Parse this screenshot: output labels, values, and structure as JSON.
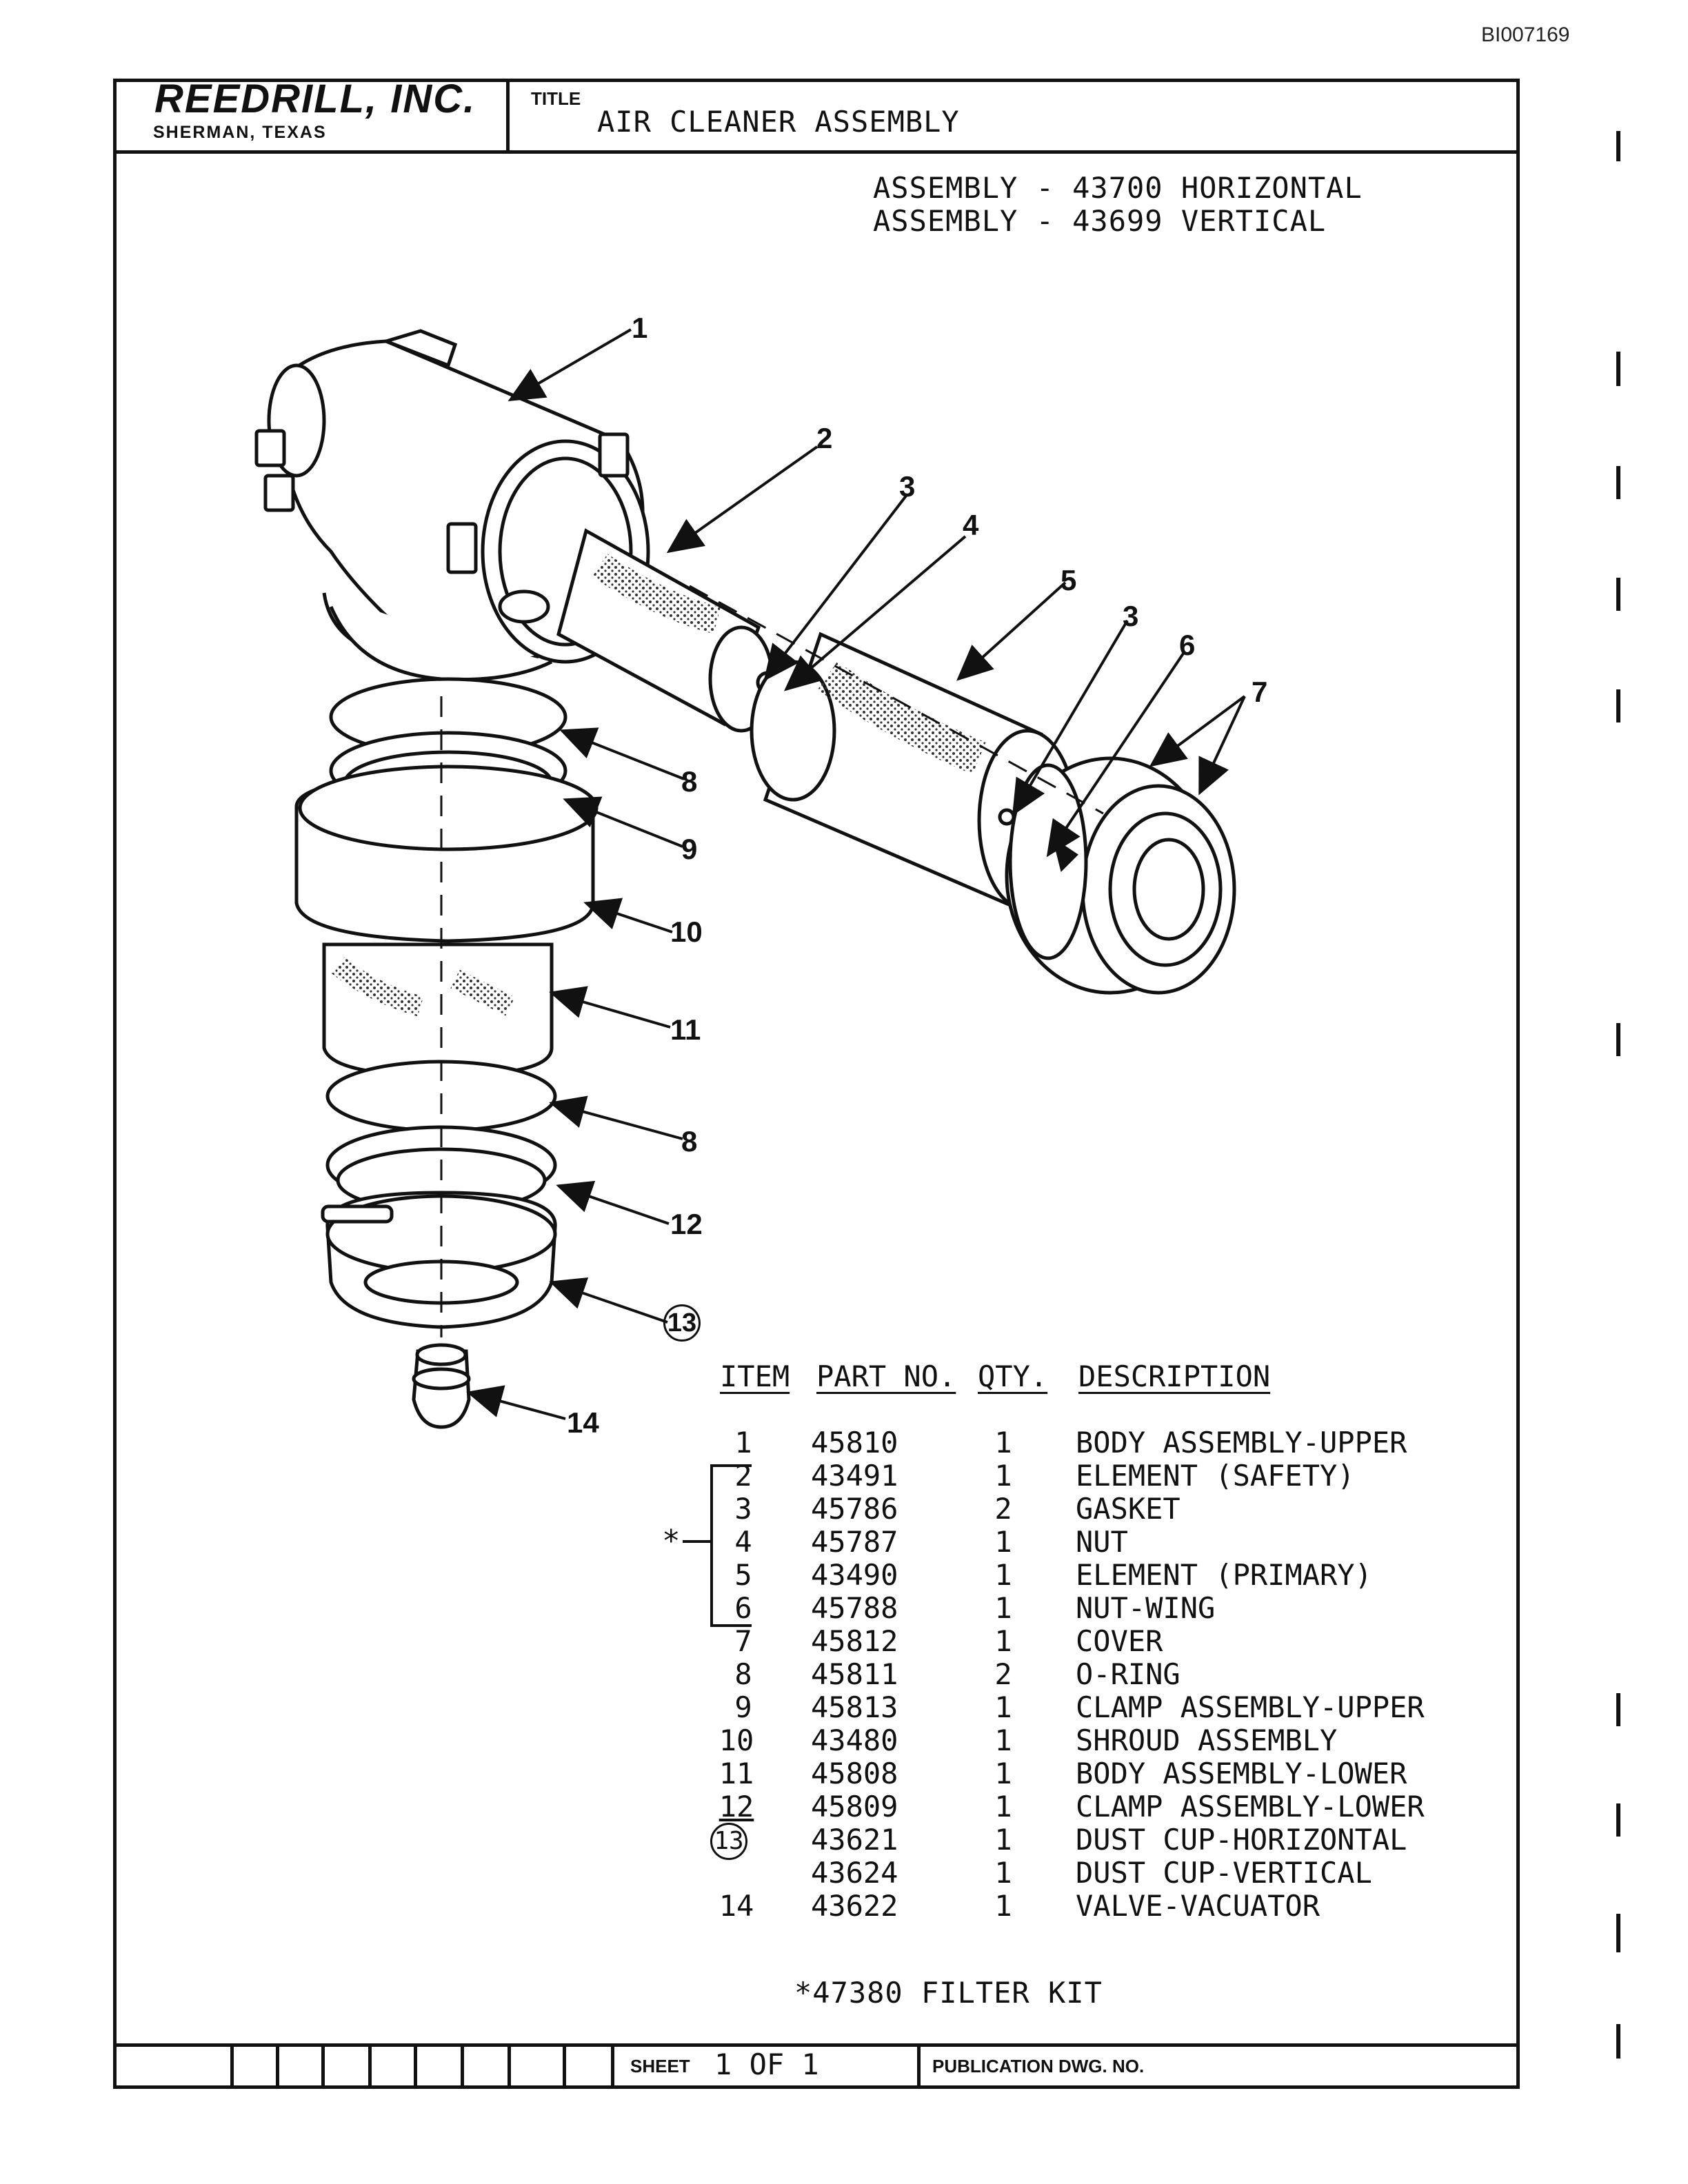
{
  "document_id": "BI007169",
  "header": {
    "company": "REEDRILL, INC.",
    "location": "SHERMAN, TEXAS",
    "title_label": "TITLE",
    "title": "AIR CLEANER ASSEMBLY"
  },
  "assemblies": [
    "ASSEMBLY - 43700 HORIZONTAL",
    "ASSEMBLY - 43699 VERTICAL"
  ],
  "callouts": [
    "1",
    "2",
    "3",
    "4",
    "5",
    "3",
    "6",
    "7",
    "8",
    "9",
    "10",
    "11",
    "8",
    "12",
    "13",
    "14"
  ],
  "parts_table": {
    "headers": {
      "item": "ITEM",
      "part": "PART NO.",
      "qty": "QTY.",
      "desc": "DESCRIPTION"
    },
    "rows": [
      {
        "item": "1",
        "part": "45810",
        "qty": "1",
        "desc": "BODY ASSEMBLY-UPPER"
      },
      {
        "item": "2",
        "part": "43491",
        "qty": "1",
        "desc": "ELEMENT (SAFETY)"
      },
      {
        "item": "3",
        "part": "45786",
        "qty": "2",
        "desc": "GASKET"
      },
      {
        "item": "4",
        "part": "45787",
        "qty": "1",
        "desc": "NUT"
      },
      {
        "item": "5",
        "part": "43490",
        "qty": "1",
        "desc": "ELEMENT (PRIMARY)"
      },
      {
        "item": "6",
        "part": "45788",
        "qty": "1",
        "desc": "NUT-WING"
      },
      {
        "item": "7",
        "part": "45812",
        "qty": "1",
        "desc": "COVER"
      },
      {
        "item": "8",
        "part": "45811",
        "qty": "2",
        "desc": "O-RING"
      },
      {
        "item": "9",
        "part": "45813",
        "qty": "1",
        "desc": "CLAMP ASSEMBLY-UPPER"
      },
      {
        "item": "10",
        "part": "43480",
        "qty": "1",
        "desc": "SHROUD ASSEMBLY"
      },
      {
        "item": "11",
        "part": "45808",
        "qty": "1",
        "desc": "BODY ASSEMBLY-LOWER"
      },
      {
        "item": "12",
        "part": "45809",
        "qty": "1",
        "desc": "CLAMP ASSEMBLY-LOWER"
      },
      {
        "item": "13",
        "part": "43621",
        "qty": "1",
        "desc": "DUST CUP-HORIZONTAL"
      },
      {
        "item": "",
        "part": "43624",
        "qty": "1",
        "desc": "DUST CUP-VERTICAL"
      },
      {
        "item": "14",
        "part": "43622",
        "qty": "1",
        "desc": "VALVE-VACUATOR"
      }
    ]
  },
  "kit_marker": "*",
  "kit_note": "*47380 FILTER KIT",
  "footer": {
    "sheet_label": "SHEET",
    "sheet_value": "1 OF 1",
    "publication_label": "PUBLICATION DWG. NO."
  }
}
